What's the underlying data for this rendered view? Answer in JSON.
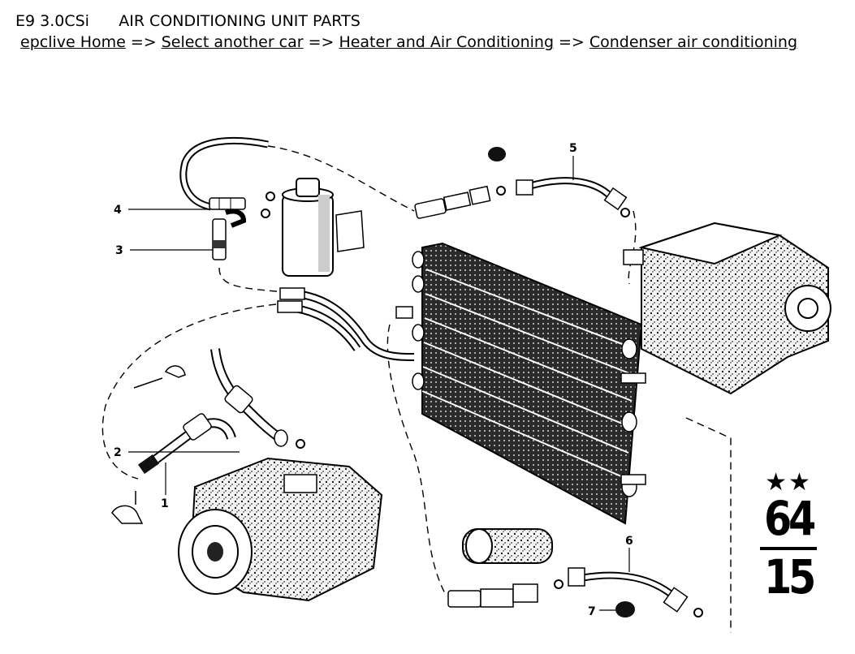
{
  "header": {
    "model": "E9 3.0CSi",
    "section": "AIR CONDITIONING UNIT PARTS"
  },
  "breadcrumb": {
    "separator": "=>",
    "links": [
      "epclive Home",
      "Select another car",
      "Heater and Air Conditioning",
      "Condenser air conditioning"
    ]
  },
  "diagram": {
    "callouts": [
      "1",
      "2",
      "3",
      "4",
      "5",
      "6",
      "7"
    ],
    "group_code": {
      "stars": "★★",
      "main": "64",
      "sub": "15"
    }
  }
}
